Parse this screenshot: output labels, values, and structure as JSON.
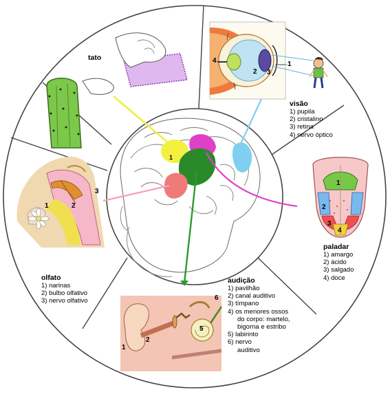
{
  "sections": {
    "tato": {
      "title": "tato",
      "items": []
    },
    "visao": {
      "title": "visão",
      "items": [
        "1) pupila",
        "2) cristalino",
        "3) retina",
        "4) nervo óptico"
      ]
    },
    "olfato": {
      "title": "olfato",
      "items": [
        "1) narinas",
        "2) bulbo olfativo",
        "3) nervo olfativo"
      ]
    },
    "paladar": {
      "title": "paladar",
      "items": [
        "1) amargo",
        "2) ácido",
        "3) salgado",
        "4) doce"
      ]
    },
    "audicao": {
      "title": "audição",
      "items": [
        "1) pavilhão",
        "2) canal auditivo",
        "3) tímpano",
        "4) os menores ossos",
        "do corpo: martelo,",
        "bigorna e estribo",
        "5) labirinto",
        "6) nervo",
        "auditivo"
      ]
    }
  },
  "markers": {
    "eye": [
      "4",
      "1",
      "2",
      "3"
    ],
    "brain": [
      "1"
    ],
    "nose": [
      "1",
      "2",
      "3"
    ],
    "tongue": [
      "1",
      "2",
      "3",
      "4"
    ],
    "ear": [
      "1",
      "2",
      "6",
      "5"
    ]
  },
  "colors": {
    "tato": "#f2f24a",
    "visao": "#7fd0f0",
    "olfato": "#f2a0b8",
    "paladar": "#d95ad0",
    "audicao": "#3a9a2a",
    "brain_red": "#f07070",
    "ring": "#444444"
  }
}
